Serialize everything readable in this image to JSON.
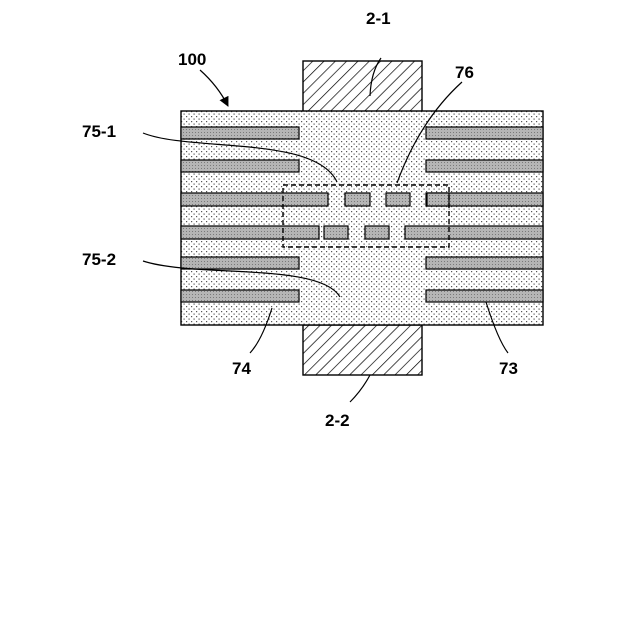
{
  "figure": {
    "labels": {
      "device": "100",
      "terminal_top": "2-1",
      "terminal_bottom": "2-2",
      "region_76": "76",
      "region_75_1": "75-1",
      "region_75_2": "75-2",
      "electrode_74": "74",
      "electrode_73": "73"
    }
  }
}
